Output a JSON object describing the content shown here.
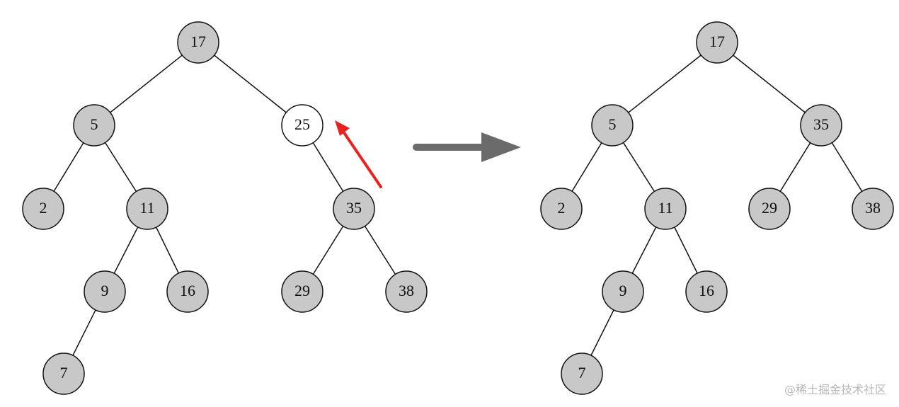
{
  "colors": {
    "node_fill": "#c8c8c8",
    "removed_node_fill": "#ffffff",
    "node_stroke": "#111111",
    "pointer_arrow": "#e8231f",
    "transition_arrow": "#6b6b6b"
  },
  "trees": [
    {
      "name": "before",
      "nodes": [
        {
          "id": "b17",
          "label": "17"
        },
        {
          "id": "b5",
          "label": "5"
        },
        {
          "id": "b25",
          "label": "25",
          "removed": true
        },
        {
          "id": "b2",
          "label": "2"
        },
        {
          "id": "b11",
          "label": "11"
        },
        {
          "id": "b35",
          "label": "35"
        },
        {
          "id": "b9",
          "label": "9"
        },
        {
          "id": "b16",
          "label": "16"
        },
        {
          "id": "b29",
          "label": "29"
        },
        {
          "id": "b38",
          "label": "38"
        },
        {
          "id": "b7",
          "label": "7"
        }
      ],
      "edges": [
        [
          "b17",
          "b5"
        ],
        [
          "b17",
          "b25"
        ],
        [
          "b5",
          "b2"
        ],
        [
          "b5",
          "b11"
        ],
        [
          "b25",
          "b35"
        ],
        [
          "b11",
          "b9"
        ],
        [
          "b11",
          "b16"
        ],
        [
          "b35",
          "b29"
        ],
        [
          "b35",
          "b38"
        ],
        [
          "b9",
          "b7"
        ]
      ]
    },
    {
      "name": "after",
      "nodes": [
        {
          "id": "a17",
          "label": "17"
        },
        {
          "id": "a5",
          "label": "5"
        },
        {
          "id": "a35",
          "label": "35"
        },
        {
          "id": "a2",
          "label": "2"
        },
        {
          "id": "a11",
          "label": "11"
        },
        {
          "id": "a29",
          "label": "29"
        },
        {
          "id": "a38",
          "label": "38"
        },
        {
          "id": "a9",
          "label": "9"
        },
        {
          "id": "a16",
          "label": "16"
        },
        {
          "id": "a7",
          "label": "7"
        }
      ],
      "edges": [
        [
          "a17",
          "a5"
        ],
        [
          "a17",
          "a35"
        ],
        [
          "a5",
          "a2"
        ],
        [
          "a5",
          "a11"
        ],
        [
          "a35",
          "a29"
        ],
        [
          "a35",
          "a38"
        ],
        [
          "a11",
          "a9"
        ],
        [
          "a11",
          "a16"
        ],
        [
          "a9",
          "a7"
        ]
      ]
    }
  ],
  "watermark": "@稀土掘金技术社区"
}
